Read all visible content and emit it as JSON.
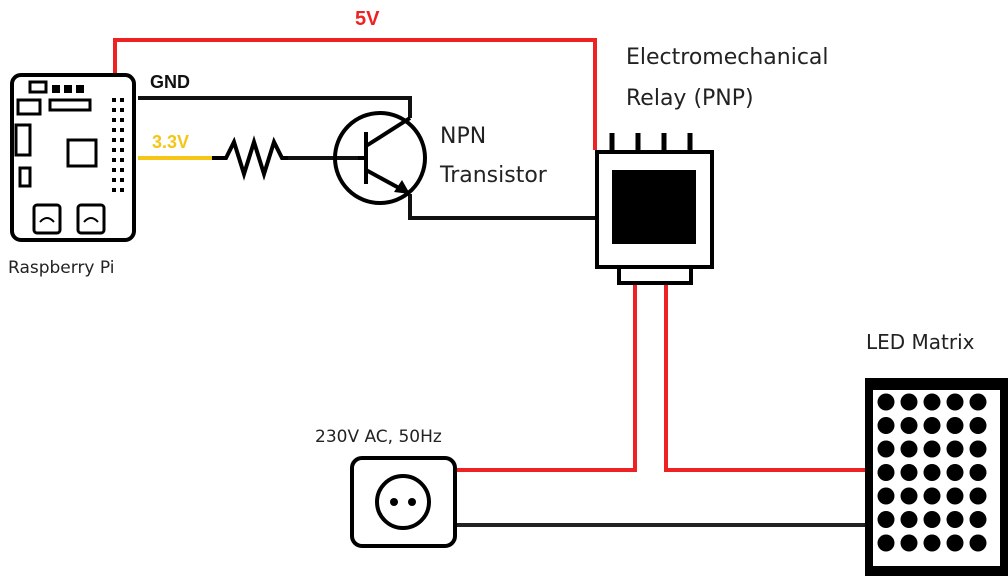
{
  "labels": {
    "supply_5v": "5V",
    "gnd": "GND",
    "signal_3v3": "3.3V",
    "pi": "Raspberry Pi",
    "transistor_line1": "NPN",
    "transistor_line2": "Transistor",
    "relay_line1": "Electromechanical",
    "relay_line2": "Relay (PNP)",
    "outlet": "230V AC, 50Hz",
    "led_matrix": "LED Matrix"
  },
  "colors": {
    "wire_5v": "#ee2222",
    "wire_gnd": "#111111",
    "wire_3v3": "#f5c518",
    "wire_ac_live": "#ee2222",
    "wire_ac_neutral": "#222222",
    "component": "#000000"
  },
  "icons": [
    "raspberry-pi-board-icon",
    "resistor-icon",
    "npn-transistor-icon",
    "relay-icon",
    "wall-outlet-icon",
    "led-matrix-icon"
  ]
}
